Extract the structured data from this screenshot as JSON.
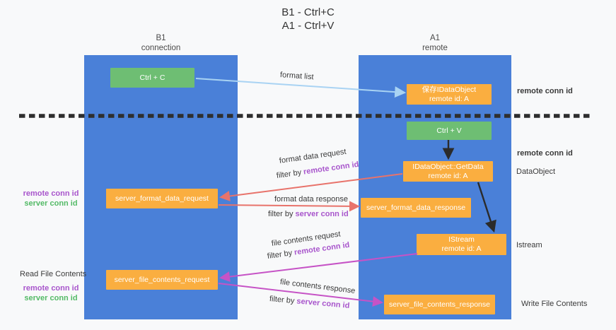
{
  "title": {
    "line1": "B1 - Ctrl+C",
    "line2": "A1 - Ctrl+V"
  },
  "lanes": {
    "left": {
      "name": "B1",
      "role": "connection"
    },
    "right": {
      "name": "A1",
      "role": "remote"
    }
  },
  "nodes": {
    "ctrl_c": {
      "label": "Ctrl + C"
    },
    "save_dataobject": {
      "line1": "保存IDataObject",
      "line2": "remote id: A"
    },
    "ctrl_v": {
      "label": "Ctrl + V"
    },
    "getdata": {
      "line1": "IDataObject::GetData",
      "line2": "remote id: A"
    },
    "format_request": {
      "label": "server_format_data_request"
    },
    "format_response": {
      "label": "server_format_data_response"
    },
    "istream": {
      "line1": "IStream",
      "line2": "remote id: A"
    },
    "file_request": {
      "label": "server_file_contents_request"
    },
    "file_response": {
      "label": "server_file_contents_response"
    }
  },
  "edges": {
    "format_list": {
      "label": "format list"
    },
    "format_request": {
      "label": "format data request",
      "filter_prefix": "filter by ",
      "filter_key": "remote conn id"
    },
    "format_response": {
      "label": "format data response",
      "filter_prefix": "filter by ",
      "filter_key": "server conn id"
    },
    "file_request": {
      "label": "file contents request",
      "filter_prefix": "filter by ",
      "filter_key": "remote conn id"
    },
    "file_response": {
      "label": "file contents response",
      "filter_prefix": "filter by ",
      "filter_key": "server conn id"
    }
  },
  "side_labels": {
    "right_top_conn": "remote conn id",
    "right_mid_conn": "remote conn id",
    "dataobject": "DataObject",
    "istream": "Istream",
    "write_file": "Write File Contents",
    "left_format_remote": "remote conn id",
    "left_format_server": "server conn id",
    "read_file": "Read File Contents",
    "left_file_remote": "remote conn id",
    "left_file_server": "server conn id"
  },
  "colors": {
    "lane_blue": "#4a80d8",
    "node_green": "#6ebe73",
    "node_orange": "#faae40",
    "purple_text": "#a855cc",
    "green_text": "#53ba66",
    "arrow_red": "#e8736b",
    "arrow_magenta": "#c653c6",
    "arrow_blue": "#a9d3f3",
    "arrow_black": "#2b2b2b",
    "background": "#f8f9fa"
  }
}
